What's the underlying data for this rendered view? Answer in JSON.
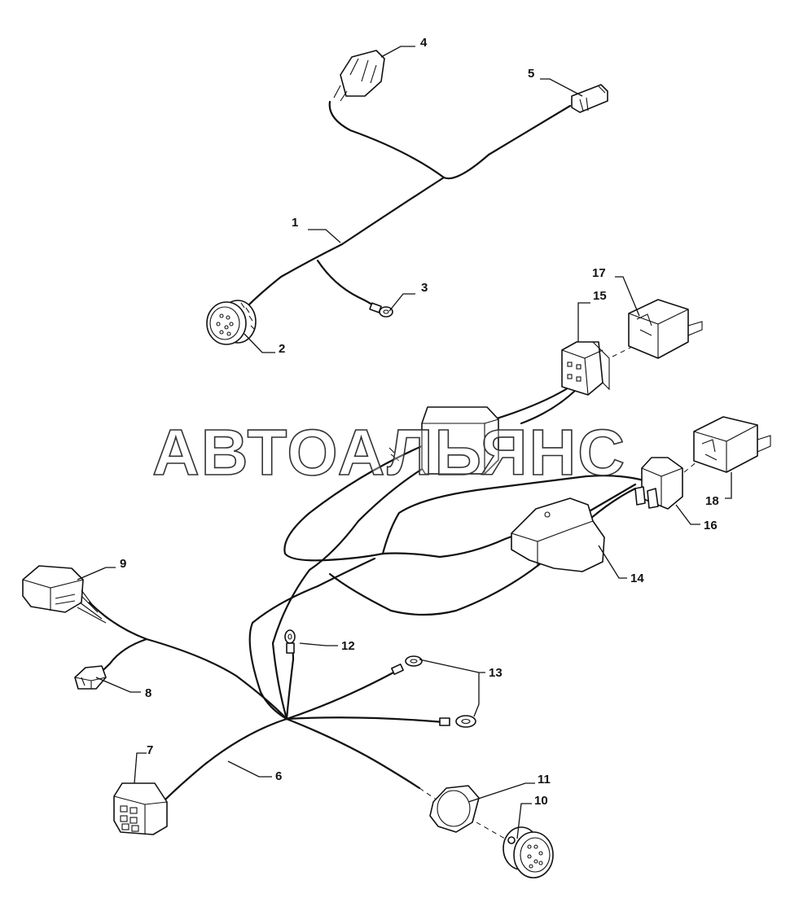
{
  "watermark": "АВТОАЛЬЯНС",
  "callouts": [
    {
      "id": "1",
      "label": "1"
    },
    {
      "id": "2",
      "label": "2"
    },
    {
      "id": "3",
      "label": "3"
    },
    {
      "id": "4",
      "label": "4"
    },
    {
      "id": "5",
      "label": "5"
    },
    {
      "id": "6",
      "label": "6"
    },
    {
      "id": "7",
      "label": "7"
    },
    {
      "id": "8",
      "label": "8"
    },
    {
      "id": "9",
      "label": "9"
    },
    {
      "id": "10",
      "label": "10"
    },
    {
      "id": "11",
      "label": "11"
    },
    {
      "id": "12",
      "label": "12"
    },
    {
      "id": "13",
      "label": "13"
    },
    {
      "id": "14",
      "label": "14"
    },
    {
      "id": "15",
      "label": "15"
    },
    {
      "id": "16",
      "label": "16"
    },
    {
      "id": "17",
      "label": "17"
    },
    {
      "id": "18",
      "label": "18"
    }
  ]
}
